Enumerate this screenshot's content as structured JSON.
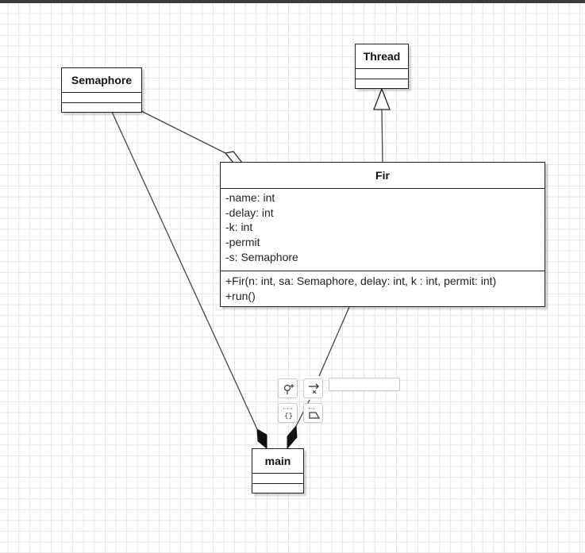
{
  "classes": {
    "semaphore": {
      "name": "Semaphore",
      "attributes": [],
      "methods": []
    },
    "thread": {
      "name": "Thread",
      "attributes": [],
      "methods": []
    },
    "fir": {
      "name": "Fir",
      "attributes": [
        "-name: int",
        "-delay: int",
        "-k: int",
        "-permit",
        "-s: Semaphore"
      ],
      "methods": [
        "+Fir(n: int, sa: Semaphore, delay: int, k : int, permit: int)",
        "+run()"
      ]
    },
    "main": {
      "name": "main",
      "attributes": [],
      "methods": []
    }
  },
  "relations": [
    {
      "type": "aggregation",
      "from": "Fir",
      "to": "Semaphore",
      "diamond": "hollow"
    },
    {
      "type": "generalization",
      "from": "Fir",
      "to": "Thread",
      "arrow": "hollow-triangle"
    },
    {
      "type": "composition",
      "from": "Semaphore",
      "to": "main",
      "diamond": "filled"
    },
    {
      "type": "composition",
      "from": "Fir",
      "to": "main",
      "diamond": "filled"
    }
  ],
  "toolbar": {
    "icons": [
      "add-connected-icon",
      "insert-connector-icon",
      "format-code-icon",
      "edit-shape-icon"
    ],
    "label_input_value": ""
  },
  "colors": {
    "line": "#444444",
    "border": "#222222",
    "grid": "#e3e3e3",
    "topbar": "#3a3a3a"
  }
}
